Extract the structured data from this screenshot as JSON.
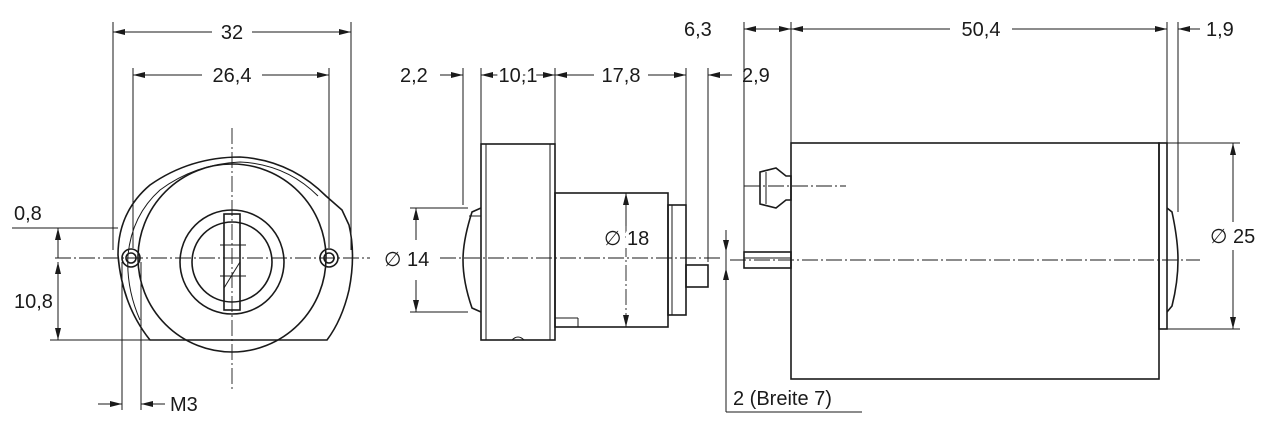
{
  "front_view": {
    "dim_total_width": "32",
    "dim_hole_spacing": "26,4",
    "dim_center_offset": "0,8",
    "dim_center_to_base": "10,8",
    "dim_thread": "M3"
  },
  "side_view": {
    "dim_key_plug": "2,2",
    "dim_lock_body": "10,1",
    "dim_housing": "17,8",
    "dim_gap": "2,9",
    "dim_diameter_small": "∅ 14",
    "dim_diameter_mid": "∅ 18"
  },
  "motor_view": {
    "dim_shaft_length": "6,3",
    "dim_motor_length": "50,4",
    "dim_end_cap": "1,9",
    "dim_diameter_large": "∅ 25",
    "dim_shaft_flat": "2 (Breite 7)"
  }
}
